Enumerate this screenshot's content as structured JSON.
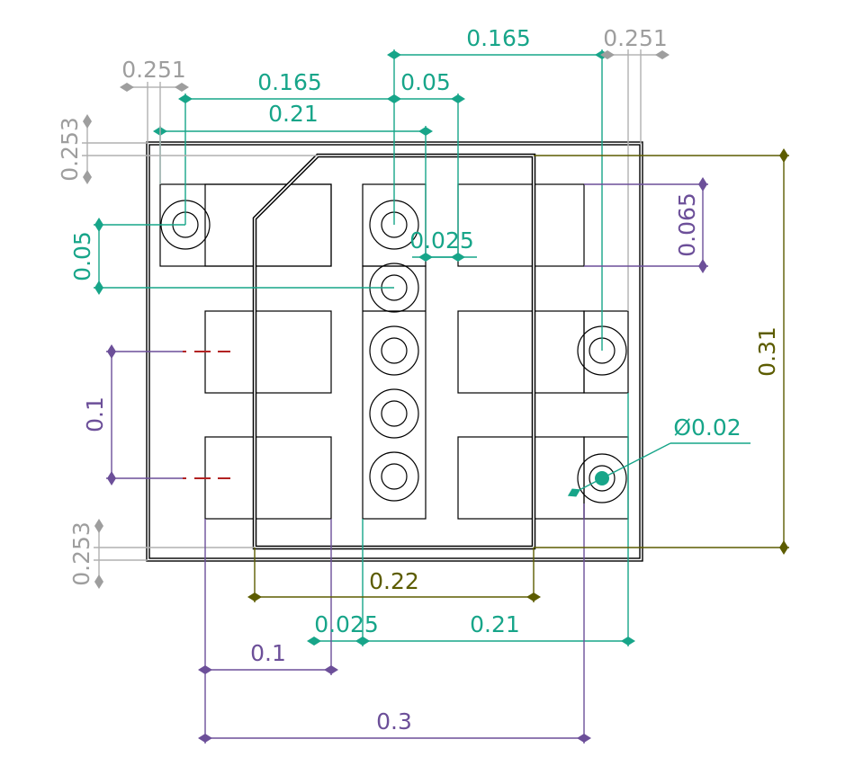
{
  "colors": {
    "background": "#ffffff",
    "outline": "#000000",
    "green_dim": "#17a589",
    "gray_dim": "#9e9e9e",
    "purple_dim": "#6c4f99",
    "olive_dim": "#5c5c00",
    "marker_dash": "#b22222"
  },
  "dimensions": {
    "top_green_0165": "0.165",
    "top_gray_0251_right": "0.251",
    "top_gray_0251_left": "0.251",
    "green_0165_left": "0.165",
    "green_005_top": "0.05",
    "green_021_top": "0.21",
    "gray_0253_top": "0.253",
    "purple_0065": "0.065",
    "green_005_left": "0.05",
    "green_0025_mid": "0.025",
    "olive_031": "0.31",
    "purple_01_left": "0.1",
    "diameter_002": "Ø0.02",
    "gray_0253_bottom": "0.253",
    "olive_022": "0.22",
    "green_0025_bottom": "0.025",
    "green_021_bottom": "0.21",
    "purple_01_bottom": "0.1",
    "purple_03_bottom": "0.3"
  }
}
